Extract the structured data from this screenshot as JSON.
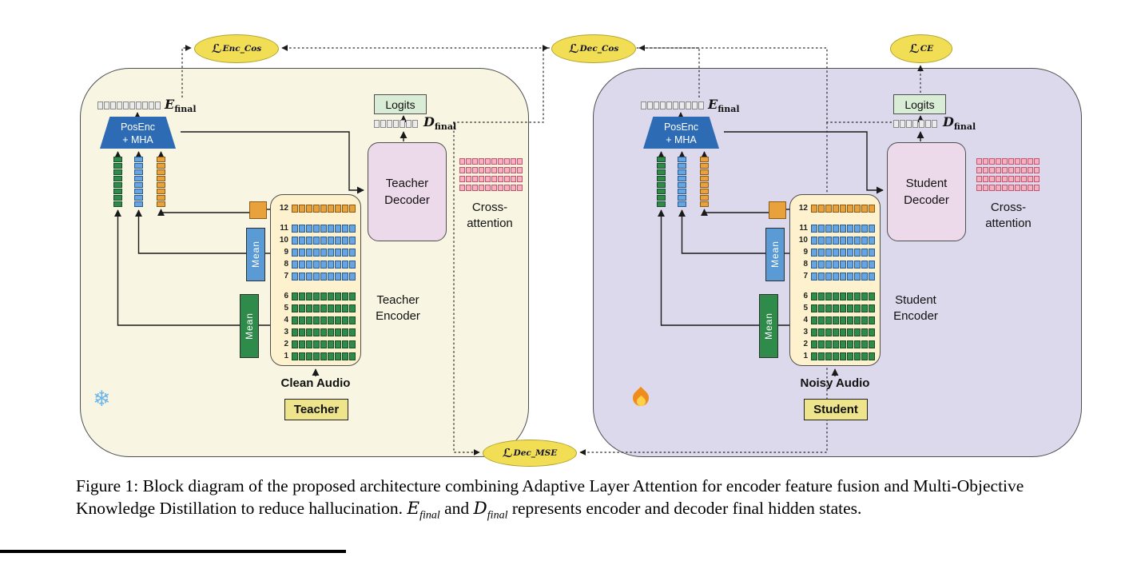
{
  "losses": {
    "enc_cos": {
      "symbol": "ℒ",
      "sub": "Enc_Cos"
    },
    "dec_cos": {
      "symbol": "ℒ",
      "sub": "Dec_Cos"
    },
    "ce": {
      "symbol": "ℒ",
      "sub": "CE"
    },
    "dec_mse": {
      "symbol": "ℒ",
      "sub": "Dec_MSE"
    }
  },
  "teacher": {
    "e_final": {
      "symbol": "E",
      "sub": "final"
    },
    "d_final": {
      "symbol": "D",
      "sub": "final"
    },
    "posenc_line1": "PosEnc",
    "posenc_line2": "+ MHA",
    "mean_upper": "Mean",
    "mean_lower": "Mean",
    "encoder_line1": "Teacher",
    "encoder_line2": "Encoder",
    "decoder_line1": "Teacher",
    "decoder_line2": "Decoder",
    "logits": "Logits",
    "cross_line1": "Cross-",
    "cross_line2": "attention",
    "audio": "Clean Audio",
    "badge": "Teacher",
    "icon_name": "snowflake-icon",
    "icon_glyph": "❄"
  },
  "student": {
    "e_final": {
      "symbol": "E",
      "sub": "final"
    },
    "d_final": {
      "symbol": "D",
      "sub": "final"
    },
    "posenc_line1": "PosEnc",
    "posenc_line2": "+ MHA",
    "mean_upper": "Mean",
    "mean_lower": "Mean",
    "encoder_line1": "Student",
    "encoder_line2": "Encoder",
    "decoder_line1": "Student",
    "decoder_line2": "Decoder",
    "logits": "Logits",
    "cross_line1": "Cross-",
    "cross_line2": "attention",
    "audio": "Noisy Audio",
    "badge": "Student",
    "icon_name": "flame-icon"
  },
  "encoder_rows": [
    {
      "n": "12",
      "color": "orange"
    },
    {
      "n": "11",
      "color": "blue"
    },
    {
      "n": "10",
      "color": "blue"
    },
    {
      "n": "9",
      "color": "blue"
    },
    {
      "n": "8",
      "color": "blue"
    },
    {
      "n": "7",
      "color": "blue"
    },
    {
      "n": "6",
      "color": "green"
    },
    {
      "n": "5",
      "color": "green"
    },
    {
      "n": "4",
      "color": "green"
    },
    {
      "n": "3",
      "color": "green"
    },
    {
      "n": "2",
      "color": "green"
    },
    {
      "n": "1",
      "color": "green"
    }
  ],
  "caption": {
    "prefix": "Figure 1: Block diagram of the proposed architecture combining Adaptive Layer Attention for encoder feature fusion and Multi-Objective Knowledge Distillation to reduce hallucination. ",
    "e": "E",
    "e_sub": "final",
    "mid": " and ",
    "d": "D",
    "d_sub": "final",
    "suffix": " represents encoder and decoder final hidden states."
  },
  "colors": {
    "teacher_panel_bg": "#f8f5e2",
    "student_panel_bg": "#dcd9ec",
    "loss_oval_bg": "#f1de55",
    "trapezoid_blue": "#2d6cb5",
    "cell_green": "#2e8b4a",
    "cell_blue": "#66a5e1",
    "cell_orange": "#e9a23b",
    "cell_pink": "#f6b0c1",
    "logits_bg": "#d9ecd5",
    "decoder_bg": "#ecdaeb",
    "encoder_bg": "#fdf2cd",
    "badge_bg": "#eee48c"
  }
}
